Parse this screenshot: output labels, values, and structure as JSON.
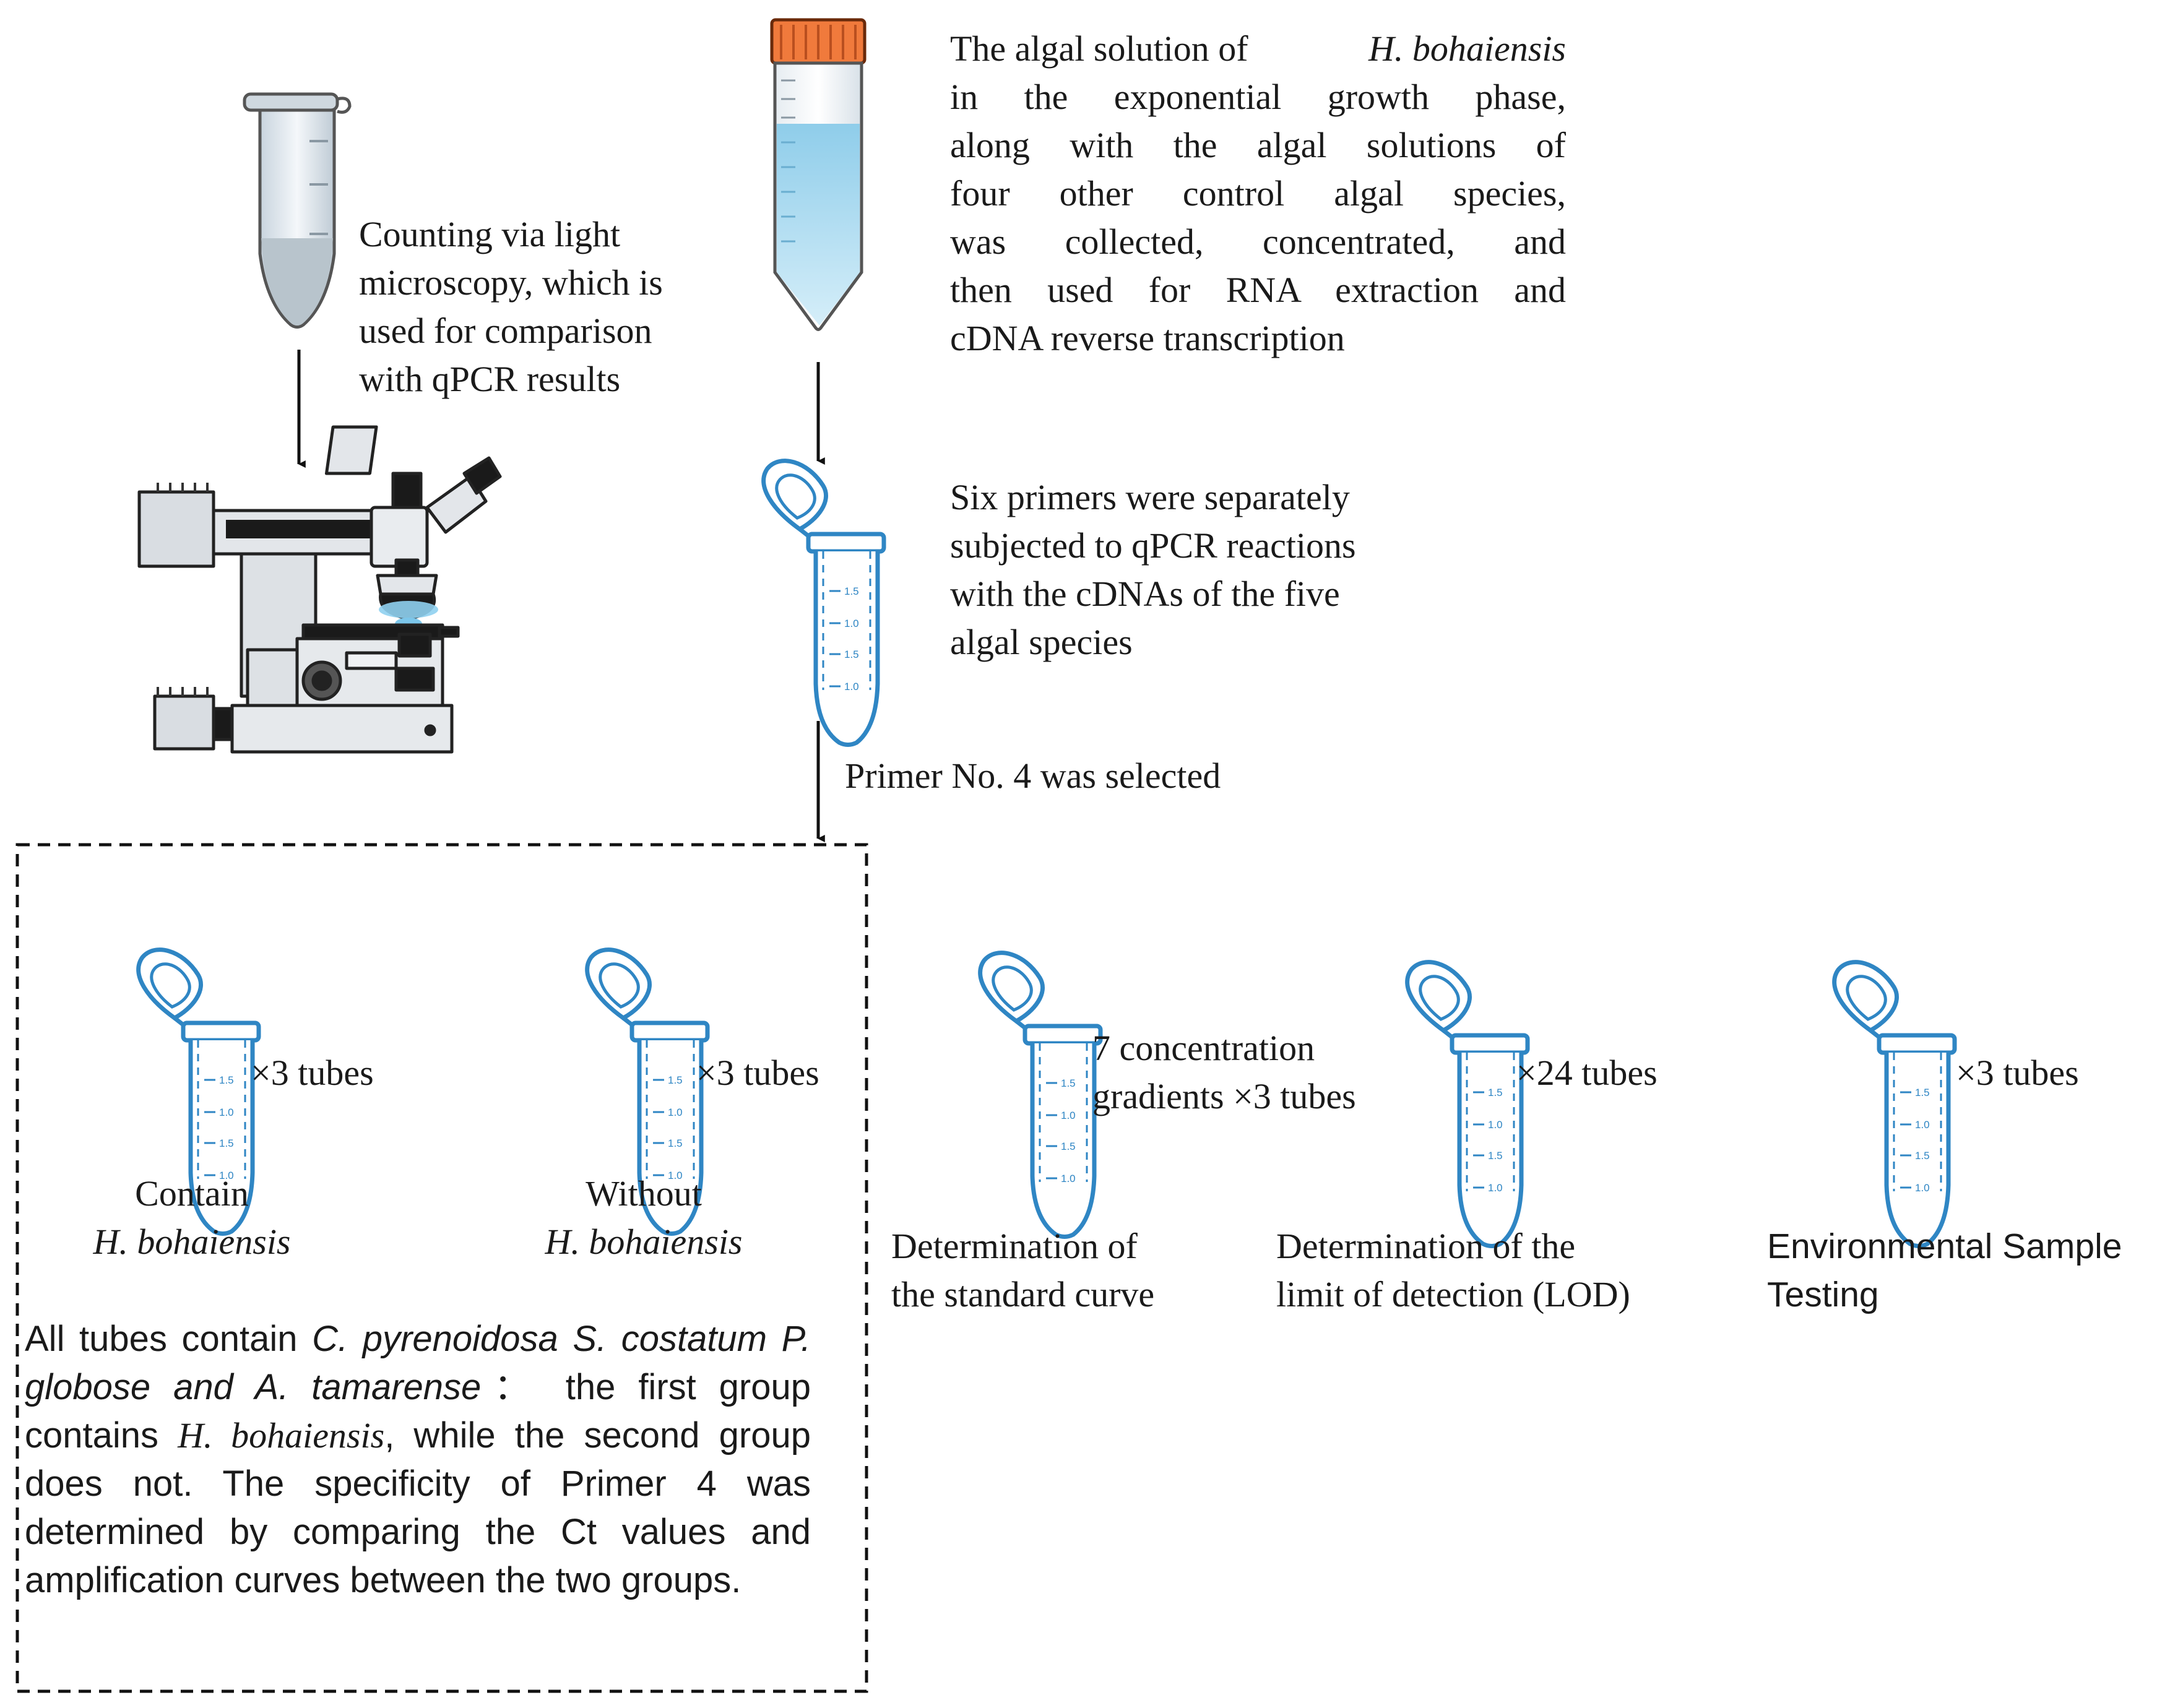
{
  "steps": {
    "counting": {
      "lines": [
        "Counting via light",
        "microscopy, which is",
        "used for comparison",
        "with qPCR results"
      ]
    },
    "collection": {
      "line1_pre": "The algal solution of",
      "line1_species": "H. bohaiensis",
      "lines": [
        "in the exponential growth phase,",
        "along with the algal solutions of",
        "four other control algal species,",
        "was collected, concentrated, and",
        "then used for RNA extraction and",
        "cDNA reverse transcription"
      ]
    },
    "primers": {
      "lines": [
        "Six primers were separately",
        "subjected to qPCR reactions",
        "with the cDNAs of the five",
        "algal species"
      ]
    },
    "selection": "Primer No. 4 was selected"
  },
  "specificity": {
    "group1": {
      "count": "×3 tubes",
      "label": "Contain",
      "species": "H. bohaiensis"
    },
    "group2": {
      "count": "×3 tubes",
      "label": "Without",
      "species": "H. bohaiensis"
    },
    "note": {
      "pre": "All tubes contain ",
      "species_list": "C. pyrenoidosa S. costatum P. globose and A. tamarense",
      "colon": "：",
      "mid1": "the first group contains",
      "species": "H. bohaiensis",
      "rest": ", while the second group does not. The specificity of Primer 4 was determined by comparing the Ct values and amplification curves between the two groups."
    }
  },
  "assays": {
    "standard_curve": {
      "count_lines": [
        "7 concentration",
        "gradients ×3 tubes"
      ],
      "label_lines": [
        "Determination of",
        "the standard curve"
      ]
    },
    "lod": {
      "count": "×24 tubes",
      "label_lines": [
        "Determination of the",
        "limit of detection (LOD)"
      ]
    },
    "environmental": {
      "count": "×3 tubes",
      "label_lines": [
        "Environmental Sample",
        "Testing"
      ]
    }
  },
  "tube_scale_marks": [
    "1.5",
    "1.0",
    "1.5",
    "1.0"
  ],
  "colors": {
    "tube_blue": "#2f86c4",
    "cap_orange": "#f07a3c",
    "liquid": "#a8d8f0",
    "text": "#1a1a1a"
  }
}
